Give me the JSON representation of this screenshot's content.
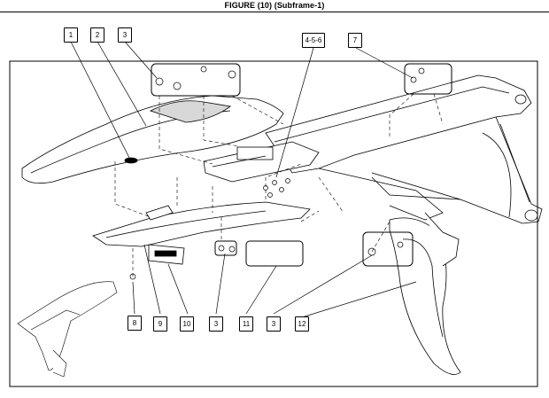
{
  "figure": {
    "title": "FIGURE (10) (Subframe-1)"
  },
  "callouts": {
    "c1": "1",
    "c2": "2",
    "c3a": "3",
    "c456": "4-5-6",
    "c7": "7",
    "c8": "8",
    "c9": "9",
    "c10": "10",
    "c3b": "3",
    "c11": "11",
    "c3c": "3",
    "c12": "12"
  },
  "colors": {
    "line": "#000000",
    "background": "#ffffff",
    "shade": "#d8d8d8"
  }
}
